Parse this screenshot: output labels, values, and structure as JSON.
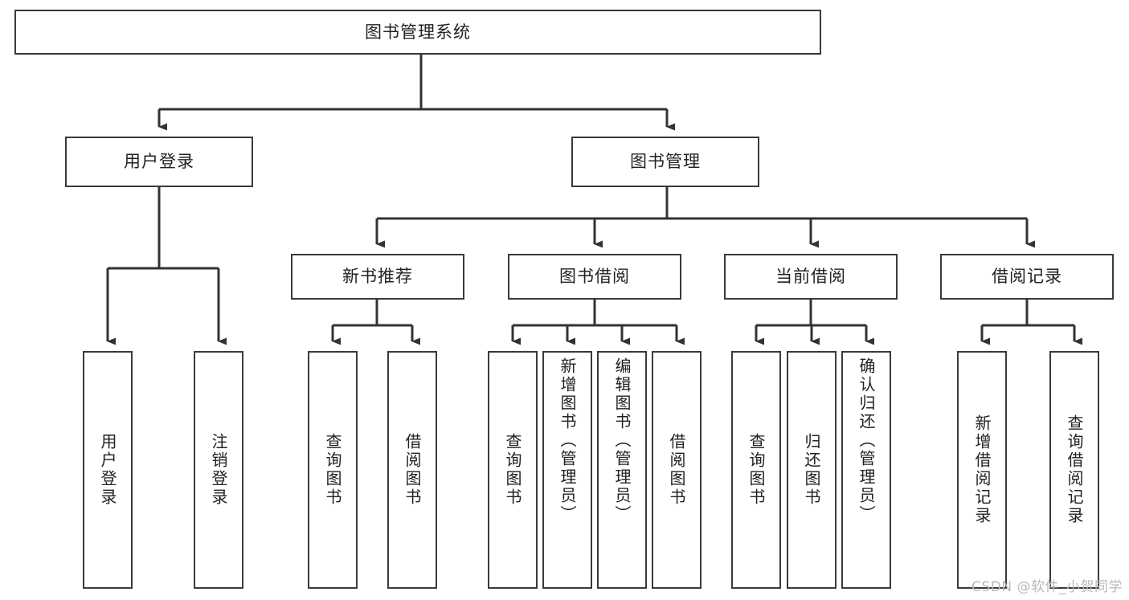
{
  "diagram": {
    "title": "图书管理系统",
    "type": "tree",
    "watermark": "CSDN @软件_小贺同学",
    "colors": {
      "node_border": "#3a3a3a",
      "node_fill": "#ffffff",
      "edge": "#333333",
      "text": "#222222",
      "watermark": "#b9b9b9",
      "background": "#ffffff"
    },
    "nodes": {
      "root": {
        "label": "图书管理系统"
      },
      "level2": [
        {
          "id": "user-login",
          "label": "用户登录"
        },
        {
          "id": "book-manage",
          "label": "图书管理"
        }
      ],
      "level3": [
        {
          "id": "new-book-recommend",
          "label": "新书推荐"
        },
        {
          "id": "book-borrow",
          "label": "图书借阅"
        },
        {
          "id": "current-borrow",
          "label": "当前借阅"
        },
        {
          "id": "borrow-record",
          "label": "借阅记录"
        }
      ],
      "leaves": {
        "user-login": [
          {
            "id": "leaf-user-login",
            "label": "用户登录"
          },
          {
            "id": "leaf-logout-login",
            "label": "注销登录"
          }
        ],
        "new-book-recommend": [
          {
            "id": "leaf-query-book-1",
            "label": "查询图书"
          },
          {
            "id": "leaf-borrow-book-1",
            "label": "借阅图书"
          }
        ],
        "book-borrow": [
          {
            "id": "leaf-query-book-2",
            "label": "查询图书"
          },
          {
            "id": "leaf-add-book",
            "label": "新增图书（管理员）"
          },
          {
            "id": "leaf-edit-book",
            "label": "编辑图书（管理员）"
          },
          {
            "id": "leaf-borrow-book-2",
            "label": "借阅图书"
          }
        ],
        "current-borrow": [
          {
            "id": "leaf-query-book-3",
            "label": "查询图书"
          },
          {
            "id": "leaf-return-book",
            "label": "归还图书"
          },
          {
            "id": "leaf-confirm-return",
            "label": "确认归还（管理员）"
          }
        ],
        "borrow-record": [
          {
            "id": "leaf-add-record",
            "label": "新增借阅记录"
          },
          {
            "id": "leaf-query-record",
            "label": "查询借阅记录"
          }
        ]
      }
    }
  }
}
